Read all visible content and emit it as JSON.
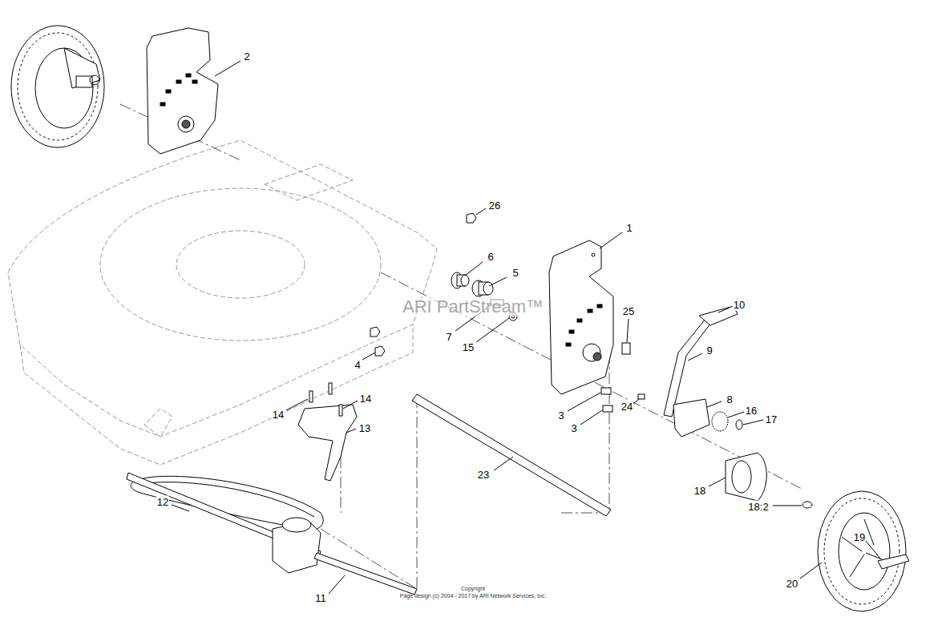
{
  "diagram": {
    "labels": [
      "2",
      "26",
      "1",
      "6",
      "5",
      "10",
      "25",
      "ARI PartStream™",
      "7",
      "15",
      "9",
      "4",
      "14",
      "3",
      "24",
      "8",
      "14",
      "16",
      "17",
      "13",
      "3",
      "18",
      "18:2",
      "23",
      "12",
      "19",
      "20",
      "Copyright",
      "Page design (c) 2004 - 2017 by ARI Network Services, Inc.",
      "11"
    ]
  }
}
